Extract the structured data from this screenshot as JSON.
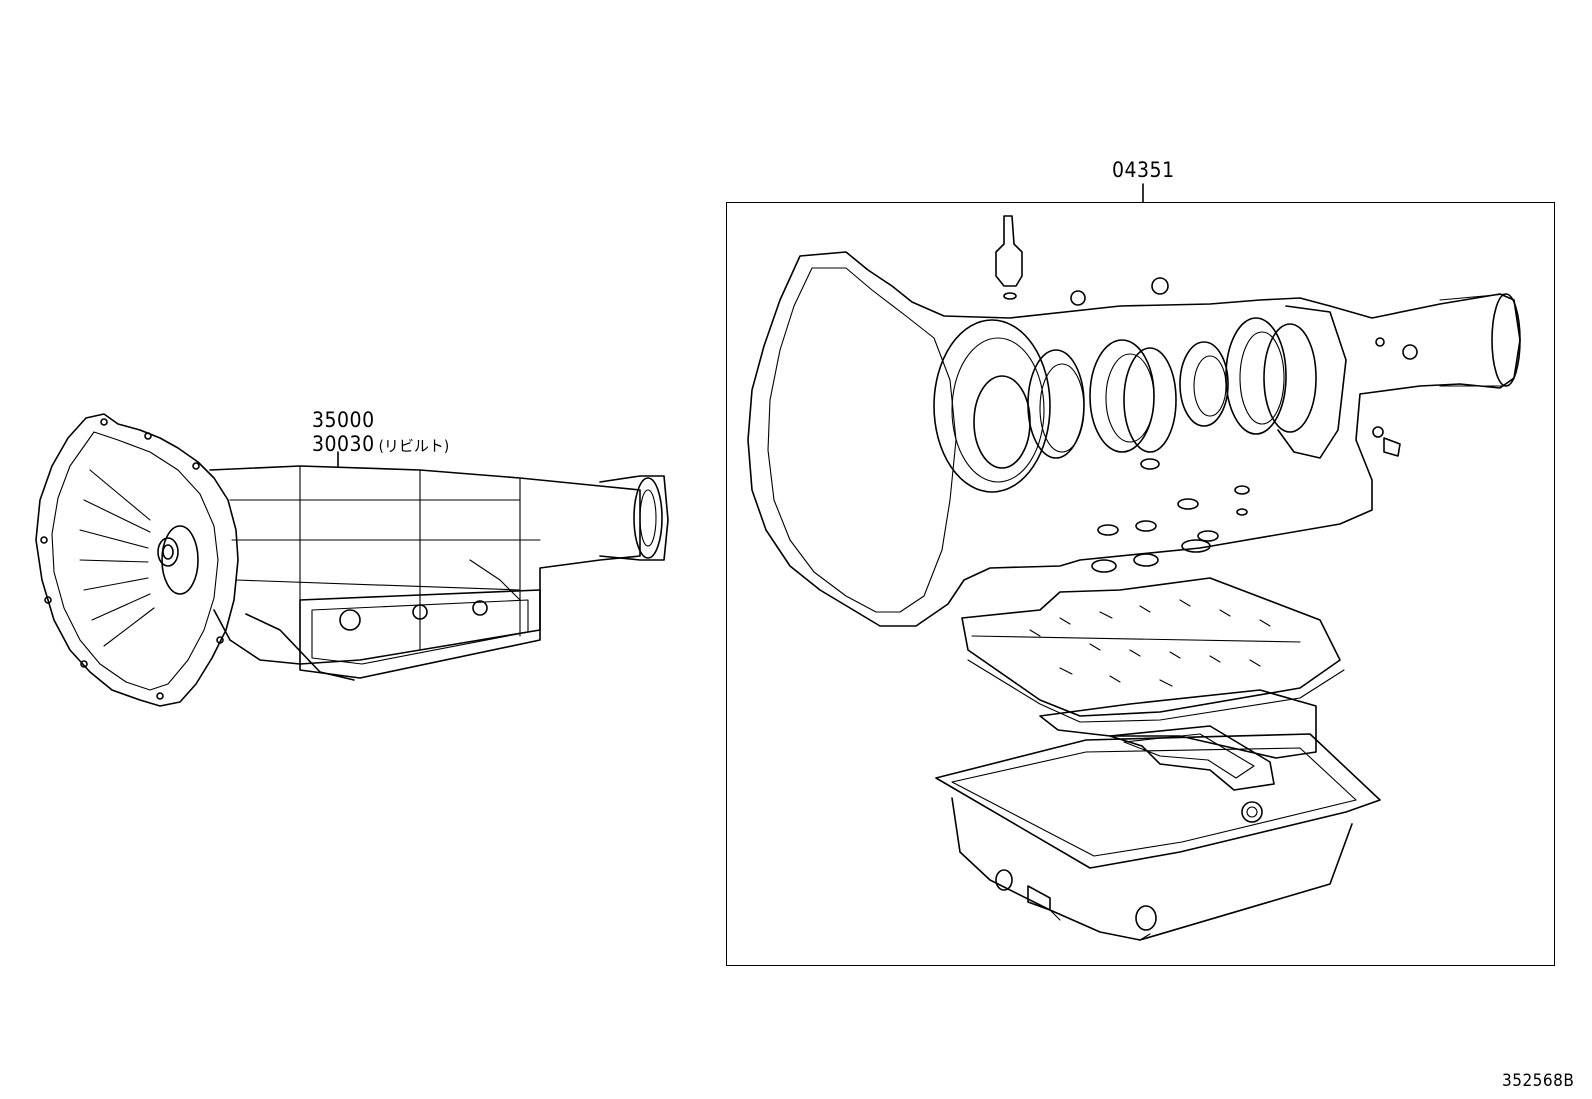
{
  "callouts": {
    "assembly_part_1": "35000",
    "assembly_part_2": "30030",
    "assembly_note": "(リビルト)",
    "overhaul_kit": "04351"
  },
  "illustration_id": "352568B",
  "icons": [
    "transmission-assembly-icon",
    "overhaul-kit-parts-icon"
  ]
}
